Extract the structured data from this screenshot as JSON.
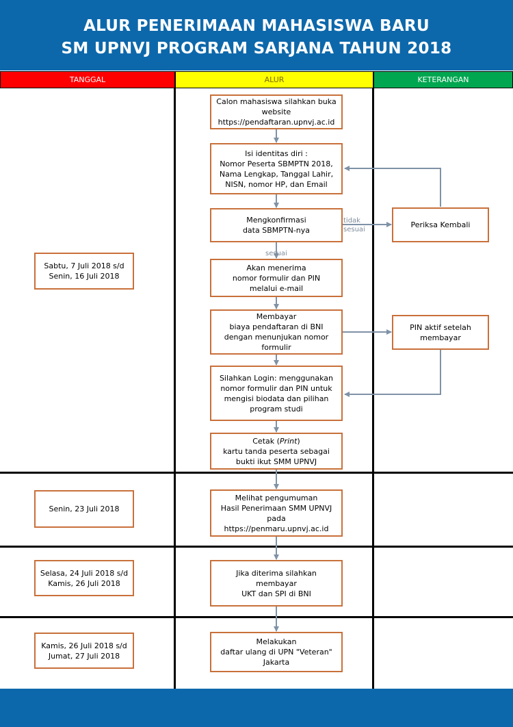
{
  "header": {
    "title_line1": "ALUR PENERIMAAN MAHASISWA BARU",
    "title_line2": "SM UPNVJ PROGRAM SARJANA TAHUN 2018"
  },
  "columns": {
    "tanggal": "TANGGAL",
    "alur": "ALUR",
    "keterangan": "KETERANGAN"
  },
  "colors": {
    "header_blue": "#0d68ab",
    "tanggal_red": "#ff0000",
    "alur_yellow": "#ffff00",
    "keterangan_green": "#00a650",
    "box_border": "#c8703a",
    "arrow": "#7f92a6"
  },
  "dates": [
    "Sabtu, 7 Juli 2018 s/d\nSenin, 16 Juli 2018",
    "Senin, 23 Juli 2018",
    "Selasa, 24 Juli 2018 s/d\nKamis, 26 Juli 2018",
    "Kamis, 26 Juli 2018 s/d\nJumat, 27 Juli 2018"
  ],
  "steps": [
    "Calon mahasiswa silahkan buka\nwebsite\nhttps://pendaftaran.upnvj.ac.id",
    "Isi identitas diri  :\nNomor Peserta SBMPTN 2018,\nNama Lengkap, Tanggal Lahir,\nNISN, nomor HP, dan Email",
    "Mengkonfirmasi\ndata SBMPTN-nya",
    "Akan menerima\nnomor formulir dan PIN\nmelalui e-mail",
    "Membayar\nbiaya pendaftaran di BNI\ndengan menunjukan nomor\nformulir",
    "Silahkan Login: menggunakan\nnomor formulir dan PIN untuk\nmengisi biodata dan pilihan\nprogram studi",
    "Melihat pengumuman\nHasil Penerimaan SMM UPNVJ\npada\nhttps://penmaru.upnvj.ac.id",
    "Jika diterima silahkan\nmembayar\nUKT dan SPI di BNI",
    "Melakukan\ndaftar ulang di UPN \"Veteran\"\nJakarta"
  ],
  "print_step": {
    "before": "Cetak (",
    "italic": "Print",
    "after": ")\nkartu tanda peserta sebagai\nbukti ikut SMM UPNVJ"
  },
  "notes": {
    "periksa": "Periksa Kembali",
    "pin_aktif": "PIN aktif setelah\nmembayar"
  },
  "labels": {
    "tidak_sesuai": "tidak\nsesuai",
    "sesuai": "sesuai"
  }
}
